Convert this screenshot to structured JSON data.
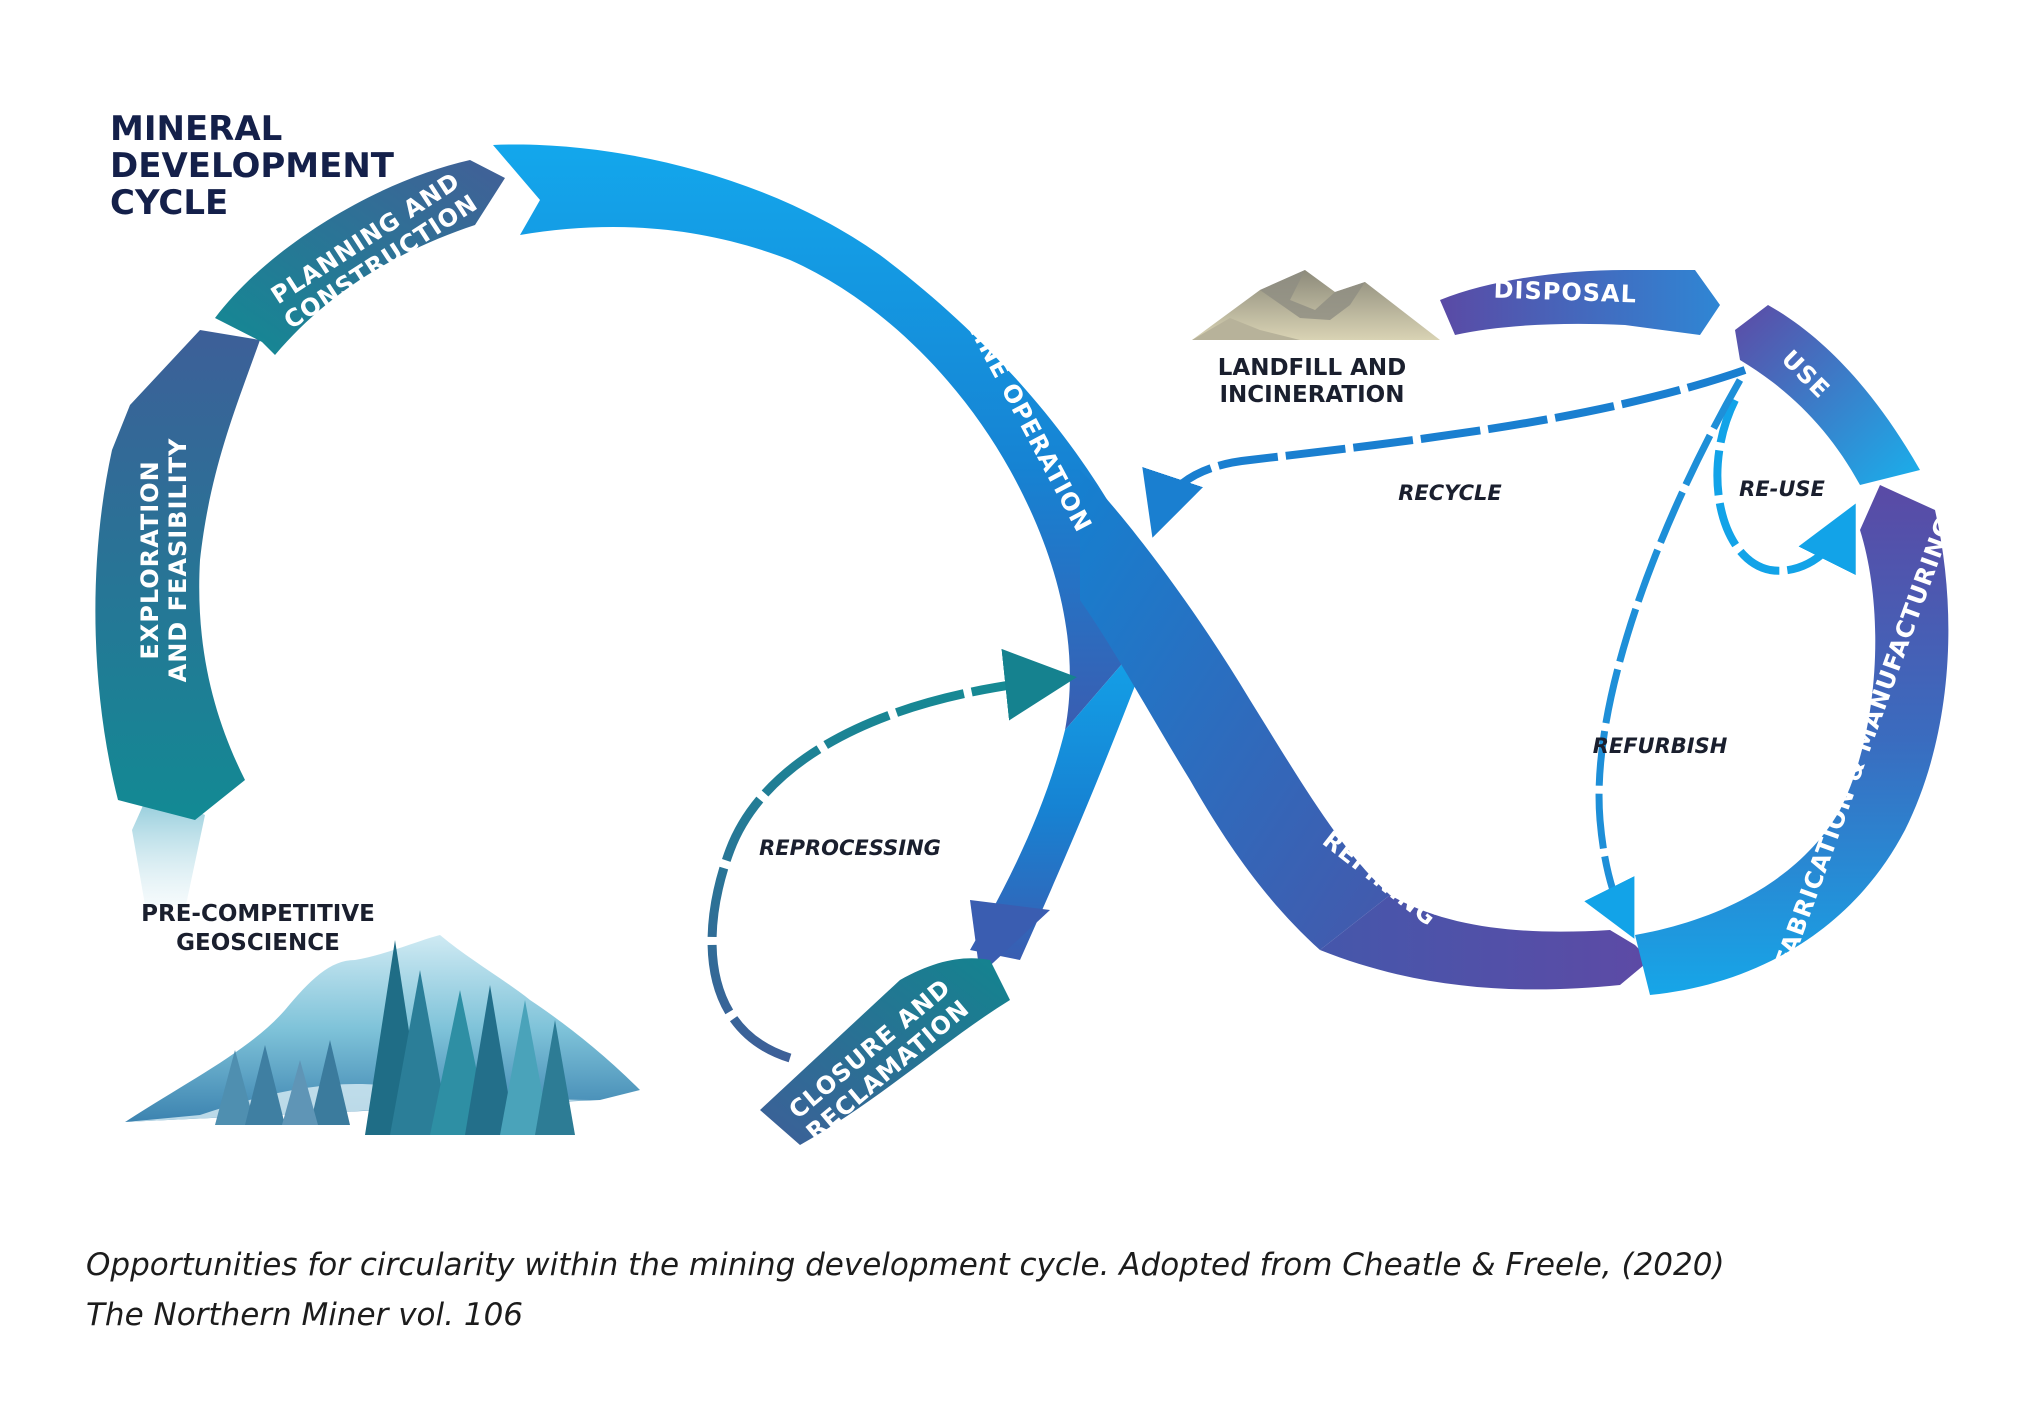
{
  "title": [
    "MINERAL",
    "DEVELOPMENT",
    "CYCLE"
  ],
  "stages": {
    "pre_competitive": [
      "PRE-COMPETITIVE",
      "GEOSCIENCE"
    ],
    "exploration": [
      "EXPLORATION",
      "AND FEASIBILITY"
    ],
    "planning": [
      "PLANNING AND",
      "CONSTRUCTION"
    ],
    "mine_operation": "MINE OPERATION",
    "closure": [
      "CLOSURE AND",
      "RECLAMATION"
    ],
    "refining": "REFINING",
    "fabrication": "FABRICATION & MANUFACTURING",
    "use": "USE",
    "disposal": "DISPOSAL",
    "landfill": [
      "LANDFILL AND",
      "INCINERATION"
    ]
  },
  "flows": {
    "reprocessing": "REPROCESSING",
    "recycle": "RECYCLE",
    "reuse": "RE-USE",
    "refurbish": "REFURBISH"
  },
  "caption": [
    "Opportunities for circularity within the mining development cycle. Adopted from Cheatle & Freele, (2020)",
    "The Northern Miner vol. 106"
  ],
  "colors": {
    "teal": "#15828f",
    "slate_blue": "#3d5f98",
    "sky_blue": "#0fa2e3",
    "mid_blue": "#1a75c8",
    "purple": "#5a4aa5",
    "title": "#14204a"
  }
}
